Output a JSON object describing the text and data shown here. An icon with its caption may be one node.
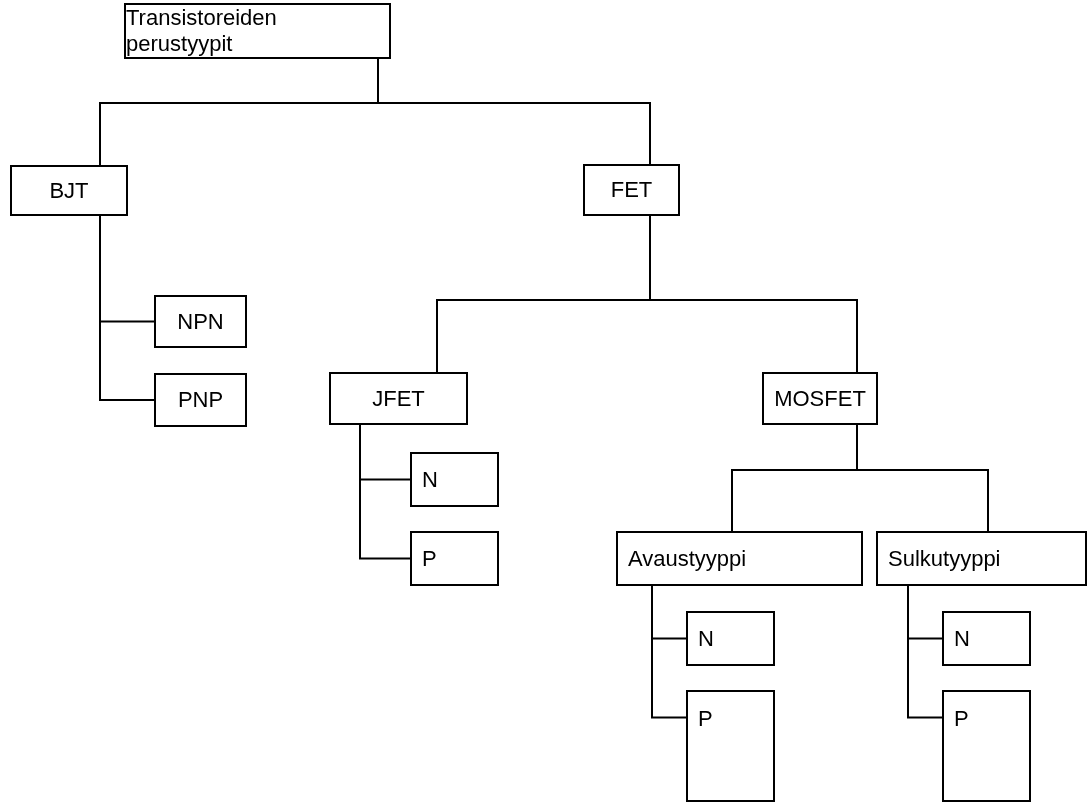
{
  "diagram": {
    "nodes": [
      {
        "text": [
          "Transistoreiden perustyypit"
        ]
      },
      {
        "text": [
          "BJT"
        ]
      },
      {
        "text": [
          "FET"
        ]
      },
      {
        "text": [
          "NPN"
        ]
      },
      {
        "text": [
          "PNP"
        ]
      },
      {
        "text": [
          "JFET"
        ]
      },
      {
        "text": [
          "MOSFET"
        ]
      },
      {
        "text": [
          "N"
        ]
      },
      {
        "text": [
          "P"
        ]
      },
      {
        "text": [
          "Avaustyyppi"
        ]
      },
      {
        "text": [
          "Sulkutyyppi"
        ]
      },
      {
        "text": [
          "N"
        ]
      },
      {
        "text": [
          "P"
        ]
      },
      {
        "text": [
          "N"
        ]
      },
      {
        "text": [
          "P"
        ]
      }
    ],
    "edges": [
      {
        "from": 0,
        "to": 1,
        "arrow": "none"
      },
      {
        "from": 0,
        "to": 2,
        "arrow": "none"
      },
      {
        "from": 1,
        "to": 3,
        "arrow": "none"
      },
      {
        "from": 1,
        "to": 4,
        "arrow": "none"
      },
      {
        "from": 2,
        "to": 5,
        "arrow": "none"
      },
      {
        "from": 2,
        "to": 6,
        "arrow": "none"
      },
      {
        "from": 5,
        "to": 7,
        "arrow": "none"
      },
      {
        "from": 5,
        "to": 8,
        "arrow": "none"
      },
      {
        "from": 6,
        "to": 9,
        "arrow": "none"
      },
      {
        "from": 6,
        "to": 10,
        "arrow": "none"
      },
      {
        "from": 9,
        "to": 11,
        "arrow": "none"
      },
      {
        "from": 9,
        "to": 12,
        "arrow": "none"
      },
      {
        "from": 10,
        "to": 13,
        "arrow": "none"
      },
      {
        "from": 10,
        "to": 14,
        "arrow": "none"
      }
    ]
  }
}
